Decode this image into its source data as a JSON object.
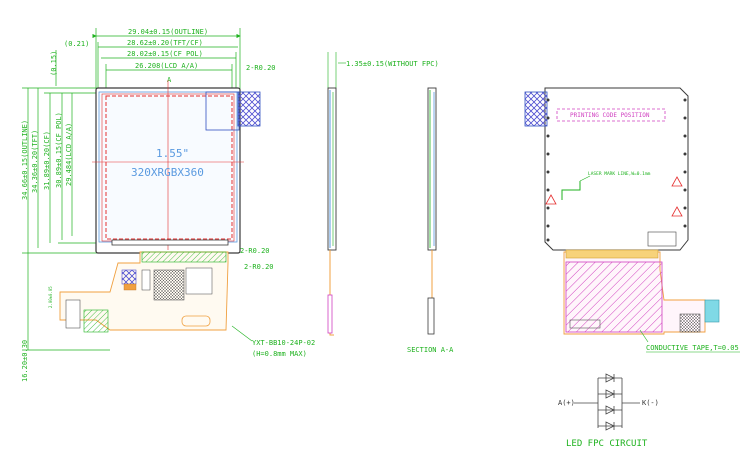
{
  "drawing": {
    "top_dims": {
      "outline": "29.04±0.15(OUTLINE)",
      "tft": "28.62±0.20(TFT/CF)",
      "tft_offset": "(0.21)",
      "cf_pol": "28.02±0.15(CF POL)",
      "lcd_aa": "26.208(LCD A/A)",
      "corner_r_top": "2-R0.20",
      "section_marker": "A"
    },
    "left_dims": {
      "top_offset": "(0.15)",
      "outline": "34.66±0.15(OUTLINE)",
      "tft": "34.36±0.20(TFT)",
      "cf": "31.89±0.20(CF)",
      "cf_pol": "30.89±0.15(CF POL)",
      "lcd_aa": "29.484(LCD A/A)",
      "total_height": "16.20±0.30",
      "fpc_small": "2.00±0.05"
    },
    "panel": {
      "size": "1.55\"",
      "resolution": "320XRGBX360"
    },
    "bottom_notes": {
      "corner_r_mid": "2-R0.20",
      "corner_r_low": "2-R0.20",
      "connector": "YXT-BB10-24P-02",
      "connector_height": "(H=0.8mm MAX)"
    },
    "side_view": {
      "thickness": "1.35±0.15(WITHOUT FPC)"
    },
    "section": {
      "title": "SECTION A-A"
    },
    "back_view": {
      "printing_code": "PRINTING CODE POSITION",
      "laser_mark": "LASER MARK LINE,W=0.1mm",
      "conductive_tape": "CONDUCTIVE TAPE,T=0.05"
    },
    "led_circuit": {
      "anode": "A(+)",
      "cathode": "K(-)",
      "title": "LED FPC CIRCUIT"
    }
  },
  "colors": {
    "dimension": "#1fb21f",
    "outline": "#3a3a3a",
    "active_area": "#e53030",
    "polarizer": "#5a9ae0",
    "fpc": "#f0a040",
    "tape": "#d040c0",
    "hatch": "#5050d0"
  }
}
